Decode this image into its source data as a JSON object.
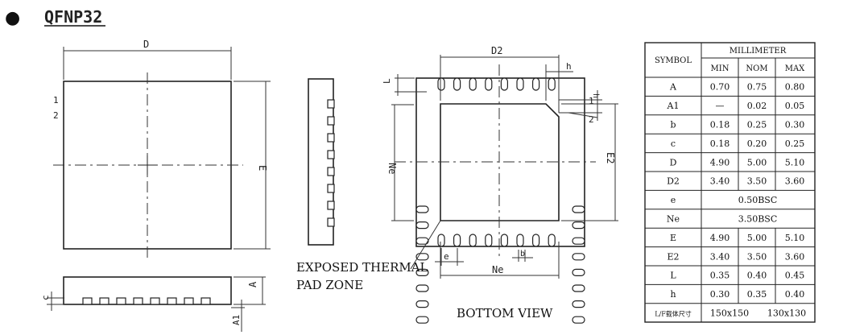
{
  "header": {
    "bullet": "●",
    "title": "QFNP32"
  },
  "top_view": {
    "dim_d": "D",
    "dim_e": "E",
    "pin1": "1",
    "pin2": "2"
  },
  "side_view": {
    "dim_a": "A",
    "dim_a1": "A1",
    "dim_c": "c"
  },
  "bottom_view": {
    "dim_d2": "D2",
    "dim_h": "h",
    "dim_l": "L",
    "dim_ne_left": "Ne",
    "dim_e2": "E2",
    "dim_e": "e",
    "dim_ne_bottom": "Ne",
    "dim_b": "b",
    "pin1": "1",
    "pin2": "2",
    "callout_line1": "EXPOSED THERMAL",
    "callout_line2": "PAD ZONE",
    "caption": "BOTTOM VIEW"
  },
  "table": {
    "header_symbol": "SYMBOL",
    "header_group": "MILLIMETER",
    "header_min": "MIN",
    "header_nom": "NOM",
    "header_max": "MAX",
    "rows": [
      {
        "symbol": "A",
        "min": "0.70",
        "nom": "0.75",
        "max": "0.80"
      },
      {
        "symbol": "A1",
        "min": "—",
        "nom": "0.02",
        "max": "0.05"
      },
      {
        "symbol": "b",
        "min": "0.18",
        "nom": "0.25",
        "max": "0.30"
      },
      {
        "symbol": "c",
        "min": "0.18",
        "nom": "0.20",
        "max": "0.25"
      },
      {
        "symbol": "D",
        "min": "4.90",
        "nom": "5.00",
        "max": "5.10"
      },
      {
        "symbol": "D2",
        "min": "3.40",
        "nom": "3.50",
        "max": "3.60"
      },
      {
        "symbol": "e",
        "span": "0.50BSC"
      },
      {
        "symbol": "Ne",
        "span": "3.50BSC"
      },
      {
        "symbol": "E",
        "min": "4.90",
        "nom": "5.00",
        "max": "5.10"
      },
      {
        "symbol": "E2",
        "min": "3.40",
        "nom": "3.50",
        "max": "3.60"
      },
      {
        "symbol": "L",
        "min": "0.35",
        "nom": "0.40",
        "max": "0.45"
      },
      {
        "symbol": "h",
        "min": "0.30",
        "nom": "0.35",
        "max": "0.40"
      },
      {
        "symbol": "L/F载体尺寸",
        "min": "",
        "nom": "150x150",
        "max": "130x130"
      }
    ]
  }
}
